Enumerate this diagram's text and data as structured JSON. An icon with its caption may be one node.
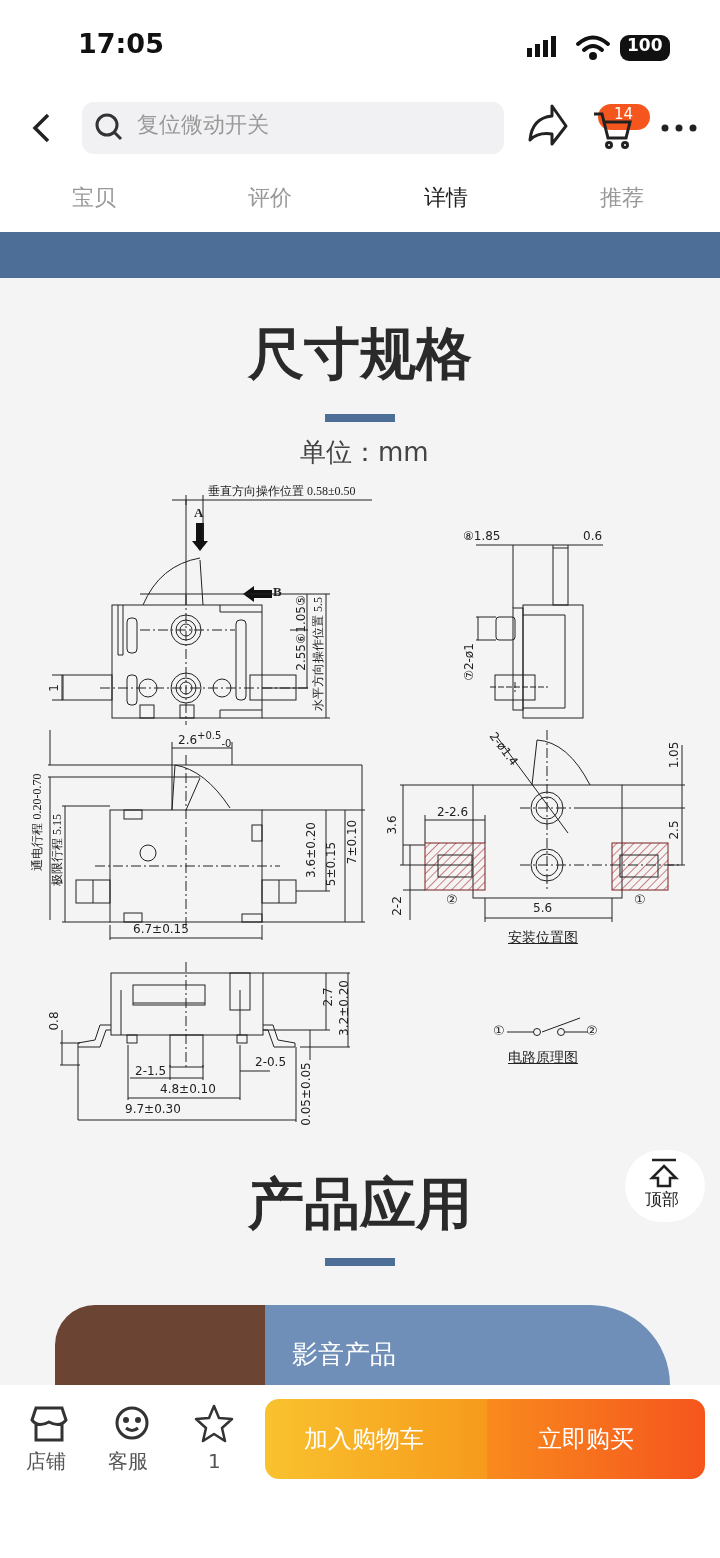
{
  "diagram": {
    "title": "尺寸规格",
    "labels": [
      "17:05",
      "100",
      "复位微动开关",
      "14",
      "宝贝",
      "评价",
      "详情",
      "推荐",
      "单位：mm",
      "垂直方向操作位置 0.58±0.50",
      "A",
      "B",
      "1.05⑤",
      "2.55⑥",
      "水平方向操作位置 5.5",
      "1",
      "⑧1.85",
      "0.6",
      "⑦2-ø1",
      "2.6$^{+0.5}$$_{-0}$",
      "通电行程 0.20-0.70",
      "极限行程 5.15",
      "3.6±0.20",
      "5±0.15",
      "7±0.10",
      "6.7±0.15",
      "2-ø1.4",
      "1.05",
      "3.6",
      "2-2.6",
      "2.5",
      "2-2",
      "②",
      "5.6",
      "①",
      "安装位置图",
      "0.8",
      "2.7",
      "3.2±0.20",
      "2-1.5",
      "2-0.5",
      "4.8±0.10",
      "9.7±0.30",
      "0.05±0.05",
      "①",
      "②",
      "电路原理图",
      "产品应用",
      "影音产品",
      "顶部",
      "店铺",
      "客服",
      "1",
      "加入购物车",
      "立即购买"
    ]
  }
}
